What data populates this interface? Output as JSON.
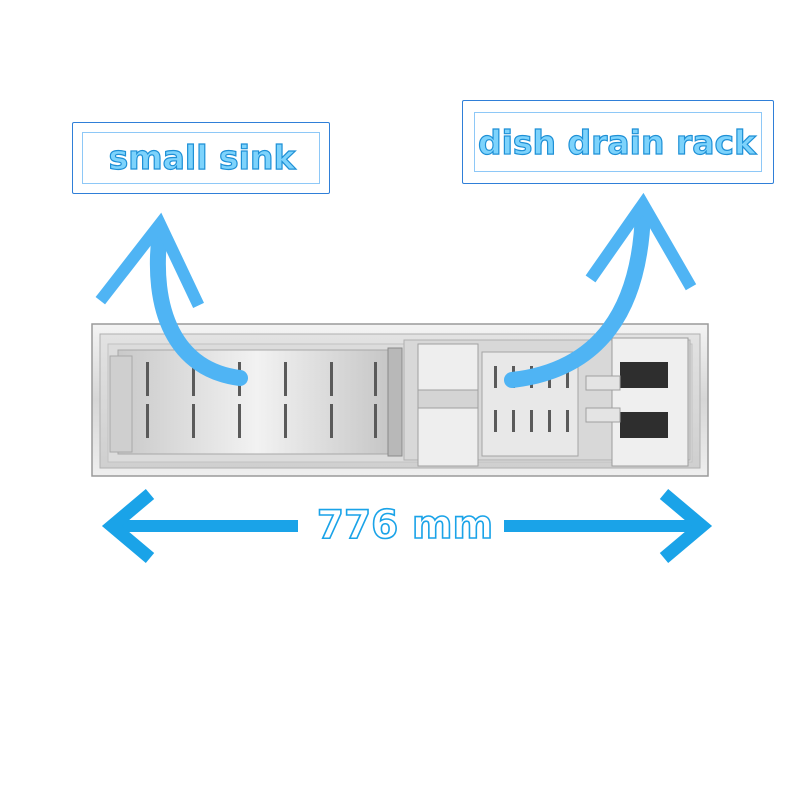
{
  "labels": {
    "small_sink": "small sink",
    "dish_drain_rack": "dish drain rack",
    "width_dimension": "776 mm"
  },
  "colors": {
    "annotation_fill": "#7dd3fc",
    "annotation_stroke": "#1e90d6",
    "arrow_blue": "#4fb4f4",
    "dimension_blue": "#1aa3e8",
    "steel_light": "#e9e9e9",
    "steel_mid": "#bdbdbd",
    "steel_dark": "#8a8a8a"
  },
  "icons": {
    "left_arrow": "curved-arrow-up-left-icon",
    "right_arrow": "curved-arrow-up-right-icon",
    "dimension_arrow": "double-headed-arrow-icon"
  }
}
